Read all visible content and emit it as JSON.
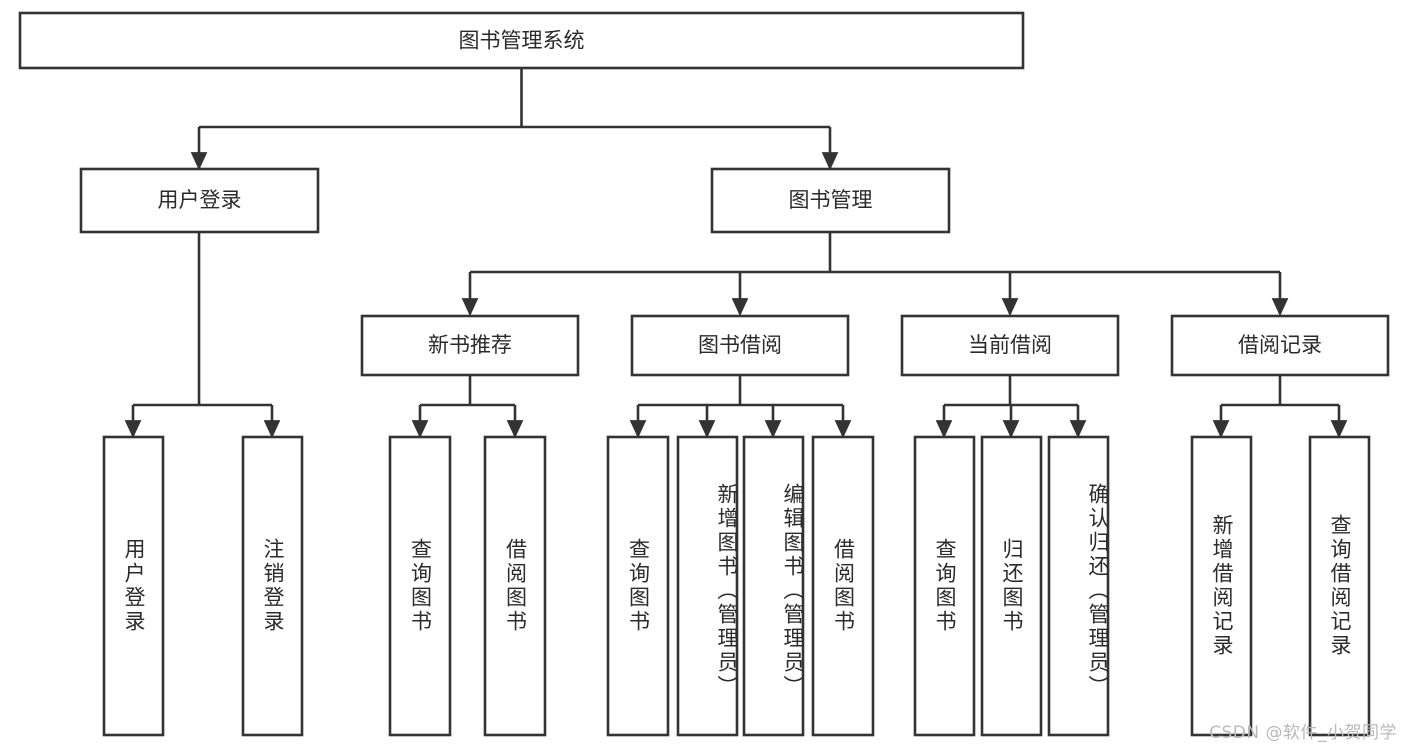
{
  "diagram": {
    "type": "tree",
    "title": "图书管理系统",
    "orientation": "top-down",
    "colors": {
      "stroke": "#333333",
      "fill": "#ffffff",
      "text": "#2b2b2b",
      "watermark": "#b9b9b9",
      "background": "#ffffff"
    },
    "root": {
      "label": "图书管理系统"
    },
    "level2": [
      {
        "label": "用户登录"
      },
      {
        "label": "图书管理"
      }
    ],
    "level3": [
      {
        "label": "新书推荐"
      },
      {
        "label": "图书借阅"
      },
      {
        "label": "当前借阅"
      },
      {
        "label": "借阅记录"
      }
    ],
    "leaves": {
      "user_login": [
        {
          "label": "用户登录"
        },
        {
          "label": "注销登录"
        }
      ],
      "new_book_recommend": [
        {
          "label": "查询图书"
        },
        {
          "label": "借阅图书"
        }
      ],
      "book_borrow": [
        {
          "label": "查询图书"
        },
        {
          "label": "新增图书（管理员）"
        },
        {
          "label": "编辑图书（管理员）"
        },
        {
          "label": "借阅图书"
        }
      ],
      "current_borrow": [
        {
          "label": "查询图书"
        },
        {
          "label": "归还图书"
        },
        {
          "label": "确认归还（管理员）"
        }
      ],
      "borrow_record": [
        {
          "label": "新增借阅记录"
        },
        {
          "label": "查询借阅记录"
        }
      ]
    },
    "watermark": "CSDN @软件_小贺同学"
  }
}
